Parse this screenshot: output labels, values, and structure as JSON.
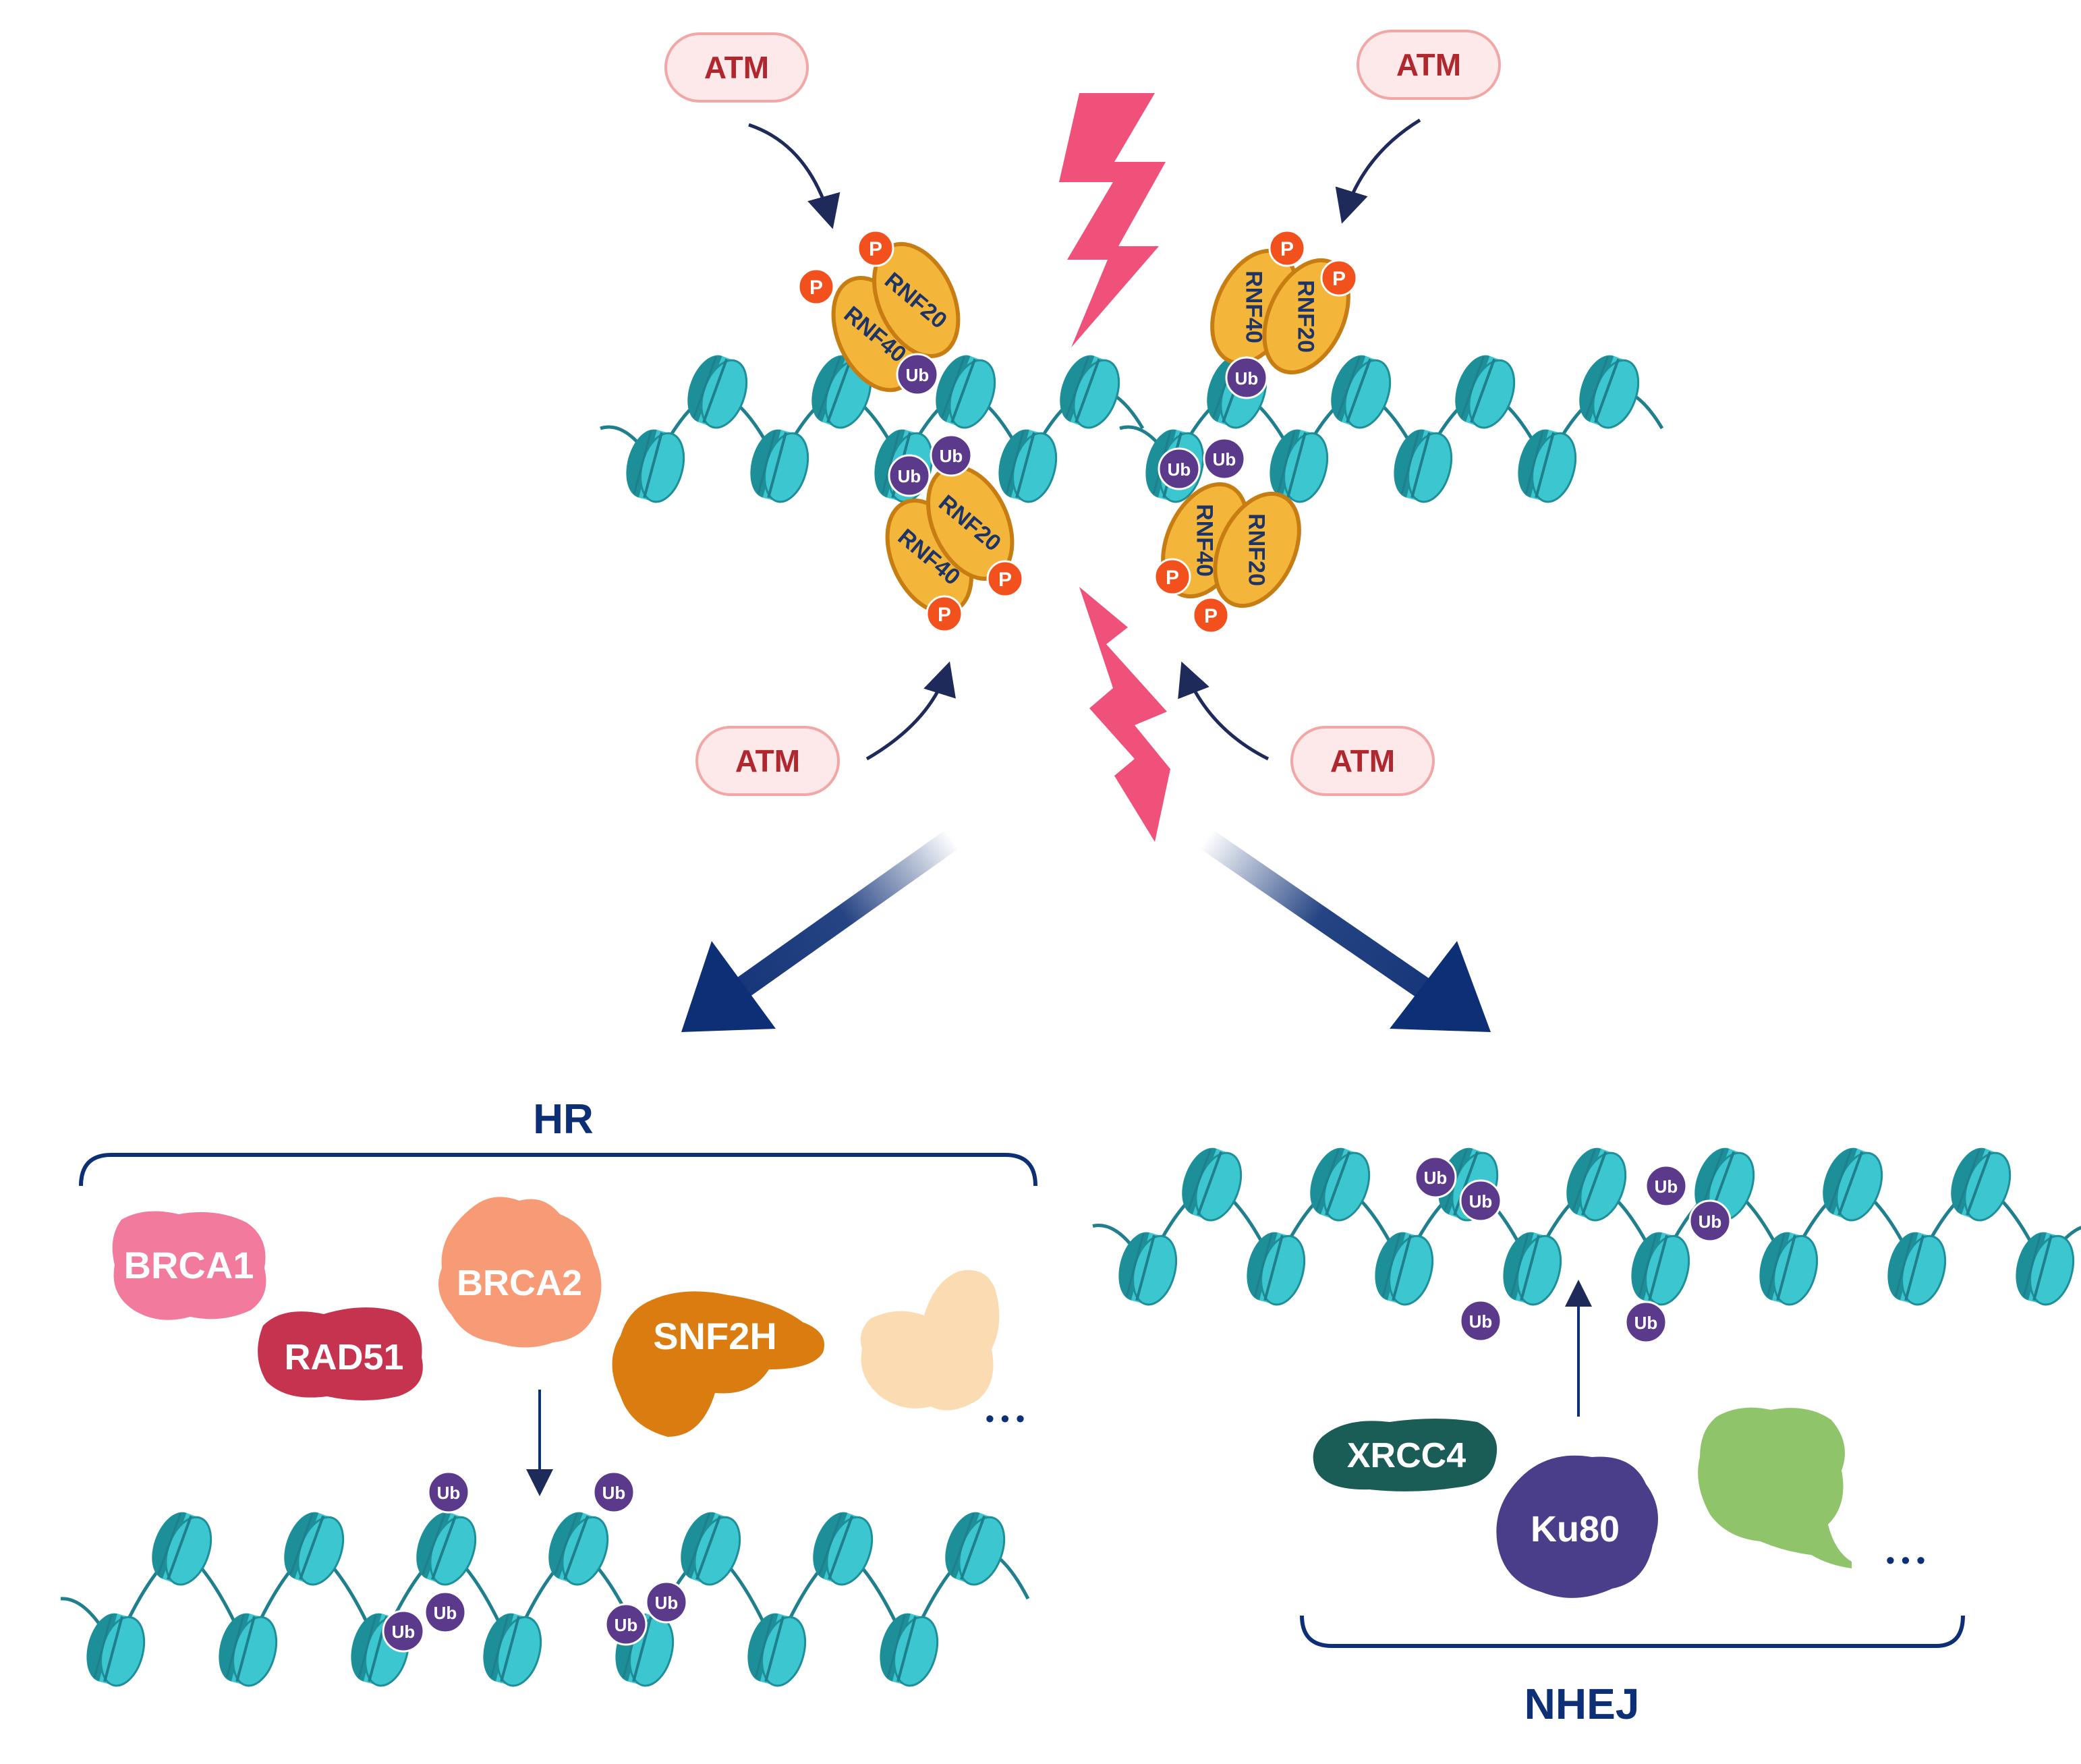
{
  "labels": {
    "kinase": "ATM",
    "rnf20": "RNF20",
    "rnf40": "RNF40",
    "phospho": "P",
    "ubiquitin": "Ub",
    "hr": "HR",
    "nhej": "NHEJ",
    "brca1": "BRCA1",
    "brca2": "BRCA2",
    "rad51": "RAD51",
    "snf2h": "SNF2H",
    "xrcc4": "XRCC4",
    "ku80": "Ku80",
    "ellipsis": "• • •"
  },
  "colors": {
    "nucleosome": "#3cc6cf",
    "nucleosome_edge": "#1d8f99",
    "dna": "#1f7f8c",
    "atm_fill": "#fde9e9",
    "atm_stroke": "#f2a6a6",
    "atm_text": "#b0282e",
    "rnf_fill": "#f4b63a",
    "rnf_stroke": "#c77d12",
    "rnf_text": "#1e3466",
    "phospho": "#f2501c",
    "ubiquitin": "#5b3a8c",
    "lightning": "#f0517a",
    "arrow": "#0d2f75",
    "text_navy": "#0d2f75",
    "brca1": "#f27a9c",
    "rad51": "#c6334f",
    "brca2": "#f79b76",
    "snf2h": "#da7c10",
    "unknown_hr": "#fbdcb2",
    "xrcc4": "#1a5c56",
    "ku80": "#4a3e8a",
    "unknown_nhej": "#8fc46a"
  }
}
